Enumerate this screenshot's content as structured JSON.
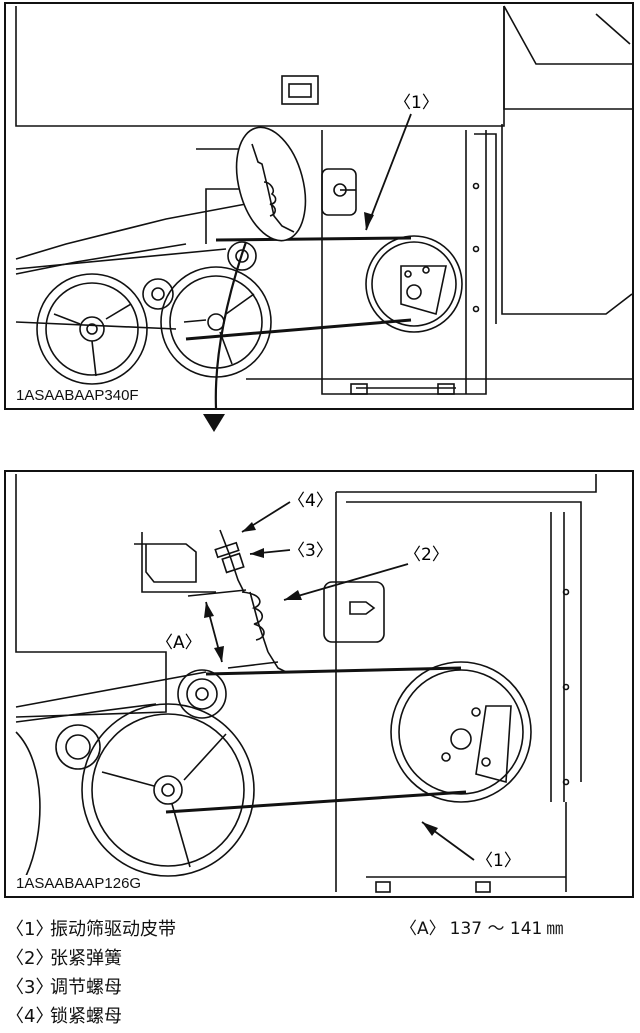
{
  "top_figure": {
    "code": "1ASAABAAP340F",
    "callouts": {
      "c1": "〈1〉"
    }
  },
  "bottom_figure": {
    "code": "1ASAABAAP126G",
    "callouts": {
      "c4": "〈4〉",
      "c3": "〈3〉",
      "c2": "〈2〉",
      "cA": "〈A〉",
      "c1": "〈1〉"
    }
  },
  "legend": [
    {
      "key": "〈1〉",
      "label": "振动筛驱动皮带"
    },
    {
      "key": "〈2〉",
      "label": "张紧弹簧"
    },
    {
      "key": "〈3〉",
      "label": "调节螺母"
    },
    {
      "key": "〈4〉",
      "label": "锁紧螺母"
    }
  ],
  "spec": {
    "key": "〈A〉",
    "value": "137 ～ 141",
    "unit": "㎜"
  }
}
